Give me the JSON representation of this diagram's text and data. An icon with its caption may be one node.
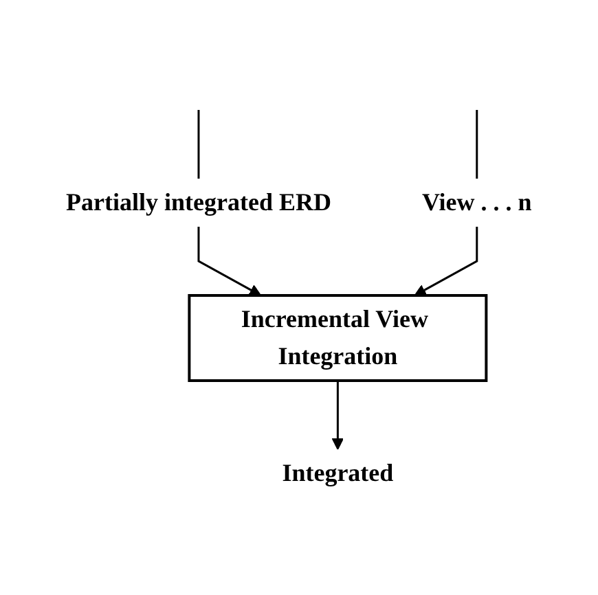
{
  "diagram": {
    "nodes": [
      {
        "text": [
          "Partially integrated ERD"
        ]
      },
      {
        "text": [
          "View . . . n"
        ]
      },
      {
        "text": [
          "Incremental View Integration"
        ]
      },
      {
        "text": [
          "Integrated"
        ]
      }
    ],
    "edges": [
      {
        "from": null,
        "to": 0,
        "arrow": "none"
      },
      {
        "from": null,
        "to": 1,
        "arrow": "none"
      },
      {
        "from": 0,
        "to": 2,
        "arrow": "to"
      },
      {
        "from": 1,
        "to": 2,
        "arrow": "to"
      },
      {
        "from": 2,
        "to": 3,
        "arrow": "to"
      }
    ]
  }
}
